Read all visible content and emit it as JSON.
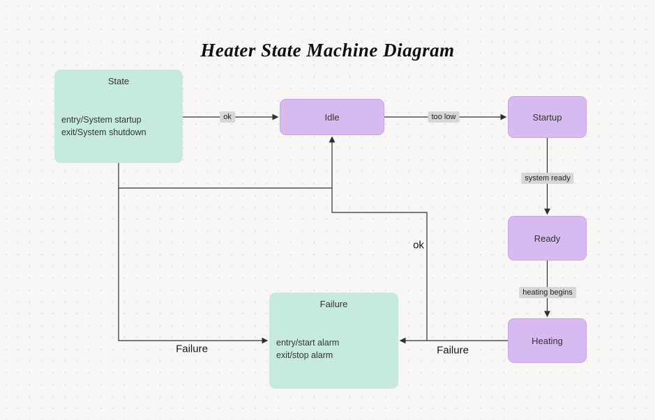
{
  "title": "Heater State Machine Diagram",
  "colors": {
    "bg": "#f8f7f5",
    "dot": "#e3e1de",
    "teal-node": "#c7eae0",
    "purple-node": "#d6baf0",
    "purple-border": "#c7a5e8",
    "line": "#2f2f2f",
    "badge-bg": "#d7d7d7",
    "text": "#333333"
  },
  "nodes": {
    "state": {
      "label": "State",
      "entry": "entry/System startup",
      "exit": "exit/System shutdown"
    },
    "idle": {
      "label": "Idle"
    },
    "startup": {
      "label": "Startup"
    },
    "ready": {
      "label": "Ready"
    },
    "heating": {
      "label": "Heating"
    },
    "failure": {
      "label": "Failure",
      "entry": "entry/start alarm",
      "exit": "exit/stop alarm"
    }
  },
  "edges": {
    "state_to_idle": {
      "label": "ok"
    },
    "idle_to_startup": {
      "label": "too low"
    },
    "startup_to_ready": {
      "label": "system ready"
    },
    "ready_to_heating": {
      "label": "heating begins"
    },
    "heating_to_failure": {
      "label": "Failure"
    },
    "failure_to_idle": {
      "label": "ok"
    },
    "state_to_failure": {
      "label": "Failure"
    }
  }
}
